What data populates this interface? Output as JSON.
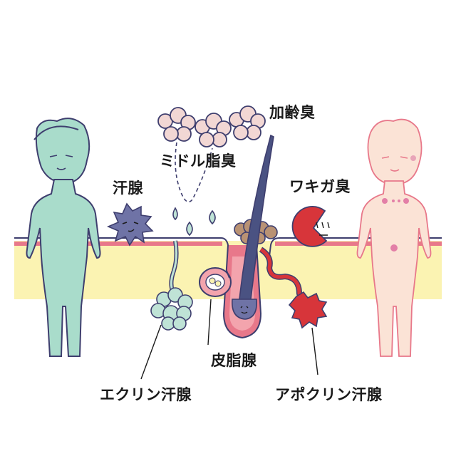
{
  "labels": {
    "aging_odor": "加齢臭",
    "middle_fat_odor": "ミドル脂臭",
    "sweat_gland": "汗腺",
    "armpit_odor": "ワキガ臭",
    "sebaceous_gland": "皮脂腺",
    "eccrine_gland": "エクリン汗腺",
    "apocrine_gland": "アポクリン汗腺"
  },
  "colors": {
    "skin_band": "#fbf3b2",
    "skin_line": "#e8788a",
    "hair": "#4a5282",
    "eccrine": "#bfe3d6",
    "apocrine": "#d7353a",
    "odor_cloud": "#f2d7d4",
    "sweat_germ": "#6f73a6",
    "left_figure": "#a9dccb",
    "right_figure": "#fbe3d6",
    "outline": "#3e3e6e"
  }
}
